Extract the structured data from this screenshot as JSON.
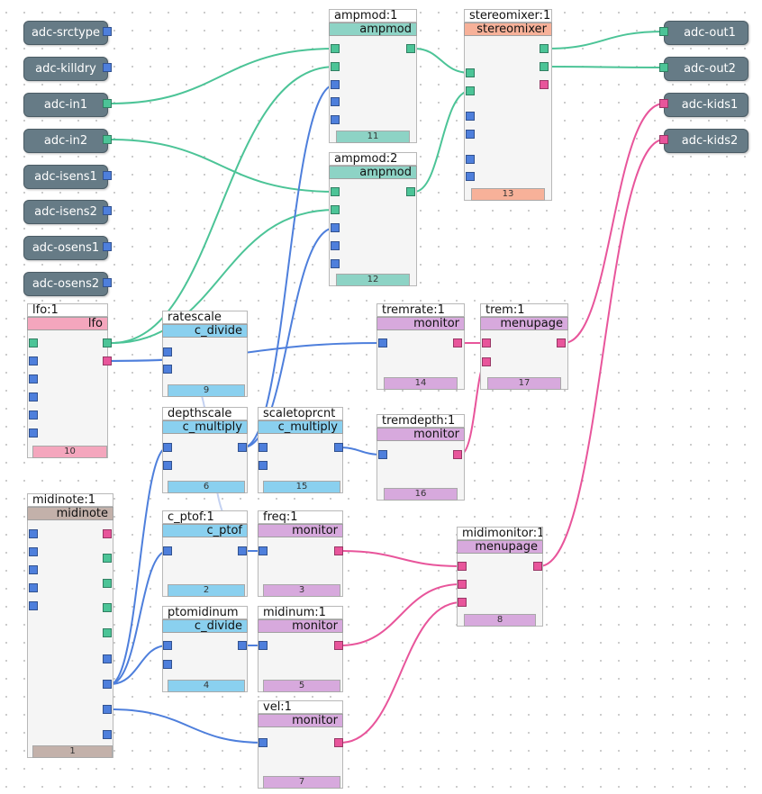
{
  "inputs": {
    "srctype": "adc-srctype",
    "killdry": "adc-killdry",
    "in1": "adc-in1",
    "in2": "adc-in2",
    "isens1": "adc-isens1",
    "isens2": "adc-isens2",
    "osens1": "adc-osens1",
    "osens2": "adc-osens2"
  },
  "outputs": {
    "out1": "adc-out1",
    "out2": "adc-out2",
    "kids1": "adc-kids1",
    "kids2": "adc-kids2"
  },
  "nodes": {
    "ampmod1": {
      "title": "ampmod:1",
      "type": "ampmod",
      "id": "11"
    },
    "ampmod2": {
      "title": "ampmod:2",
      "type": "ampmod",
      "id": "12"
    },
    "stereomixer": {
      "title": "stereomixer:1",
      "type": "stereomixer",
      "id": "13"
    },
    "lfo": {
      "title": "lfo:1",
      "type": "lfo",
      "id": "10"
    },
    "ratescale": {
      "title": "ratescale",
      "type": "c_divide",
      "id": "9"
    },
    "tremrate": {
      "title": "tremrate:1",
      "type": "monitor",
      "id": "14"
    },
    "trem": {
      "title": "trem:1",
      "type": "menupage",
      "id": "17"
    },
    "depthscale": {
      "title": "depthscale",
      "type": "c_multiply",
      "id": "6"
    },
    "scaletoprcnt": {
      "title": "scaletoprcnt",
      "type": "c_multiply",
      "id": "15"
    },
    "tremdepth": {
      "title": "tremdepth:1",
      "type": "monitor",
      "id": "16"
    },
    "midinote": {
      "title": "midinote:1",
      "type": "midinote",
      "id": "1"
    },
    "cptof": {
      "title": "c_ptof:1",
      "type": "c_ptof",
      "id": "2"
    },
    "freq": {
      "title": "freq:1",
      "type": "monitor",
      "id": "3"
    },
    "midimonitor": {
      "title": "midimonitor:1",
      "type": "menupage",
      "id": "8"
    },
    "ptomidinum": {
      "title": "ptomidinum",
      "type": "c_divide",
      "id": "4"
    },
    "midinum": {
      "title": "midinum:1",
      "type": "monitor",
      "id": "5"
    },
    "vel": {
      "title": "vel:1",
      "type": "monitor",
      "id": "7"
    }
  },
  "colors": {
    "wire_green": "#4cc497",
    "wire_blue": "#4e7fdc",
    "wire_pink": "#e8559b",
    "wire_faint": "#c3d1f1",
    "pill": "#667b86",
    "ampmod_header": "#8dd3c5",
    "stereomixer_header": "#f7b199",
    "lfo_header": "#f4a6bd",
    "control_header": "#8ad0ef",
    "monitor_header": "#d7a9dd",
    "midinote_header": "#c3b1aa"
  }
}
